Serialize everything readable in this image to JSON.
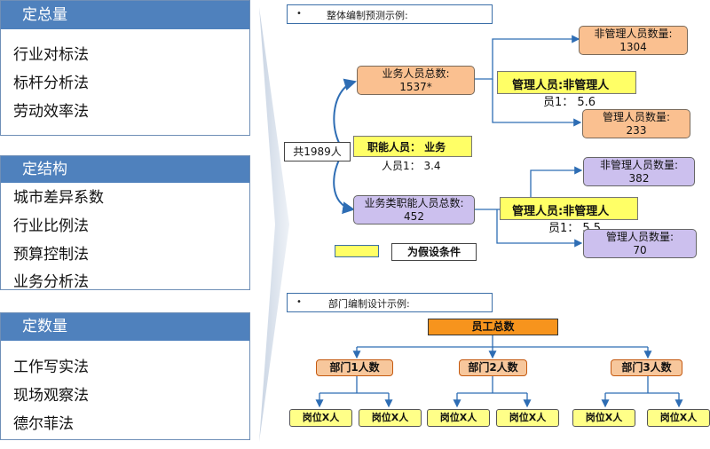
{
  "left_panels": [
    {
      "title": "定总量",
      "items": [
        "行业对标法",
        "标杆分析法",
        "劳动效率法"
      ]
    },
    {
      "title": "定结构",
      "items": [
        "城市差异系数",
        "行业比例法",
        "预算控制法",
        "业务分析法"
      ]
    },
    {
      "title": "定数量",
      "items": [
        "工作写实法",
        "现场观察法",
        "德尔菲法"
      ]
    }
  ],
  "section1": {
    "bullet": "•",
    "title": "整体编制预测示例:",
    "total": "共1989人",
    "business_total": {
      "label": "业务人员总数:",
      "value": "1537*"
    },
    "func_total": {
      "label": "业务类职能人员总数:",
      "value": "452"
    },
    "func_ratio": {
      "line1": "职能人员：  业务",
      "line2": "人员1：  3.4"
    },
    "mgmt_ratio_top": {
      "line1": "管理人员:非管理人",
      "line2": "员1：  5.6"
    },
    "mgmt_ratio_bottom": {
      "line1": "管理人员:非管理人",
      "line2": "员1：  5.5"
    },
    "non_mgmt_top": {
      "label": "非管理人员数量:",
      "value": "1304"
    },
    "mgmt_top": {
      "label": "管理人员数量:",
      "value": "233"
    },
    "non_mgmt_bottom": {
      "label": "非管理人员数量:",
      "value": "382"
    },
    "mgmt_bottom": {
      "label": "管理人员数量:",
      "value": "70"
    },
    "legend_text": "为假设条件"
  },
  "section2": {
    "bullet": "•",
    "title": "部门编制设计示例:",
    "total": "员工总数",
    "departments": [
      {
        "name": "部门1人数",
        "positions": [
          "岗位X人",
          "岗位X人"
        ]
      },
      {
        "name": "部门2人数",
        "positions": [
          "岗位X人",
          "岗位X人"
        ]
      },
      {
        "name": "部门3人数",
        "positions": [
          "岗位X人",
          "岗位X人"
        ]
      }
    ]
  },
  "colors": {
    "panel_header": "#4f81bd",
    "orange_box": "#fac090",
    "lavender_box": "#ccc0ee",
    "yellow_box": "#ffff66",
    "connector": "#2e6db4"
  }
}
